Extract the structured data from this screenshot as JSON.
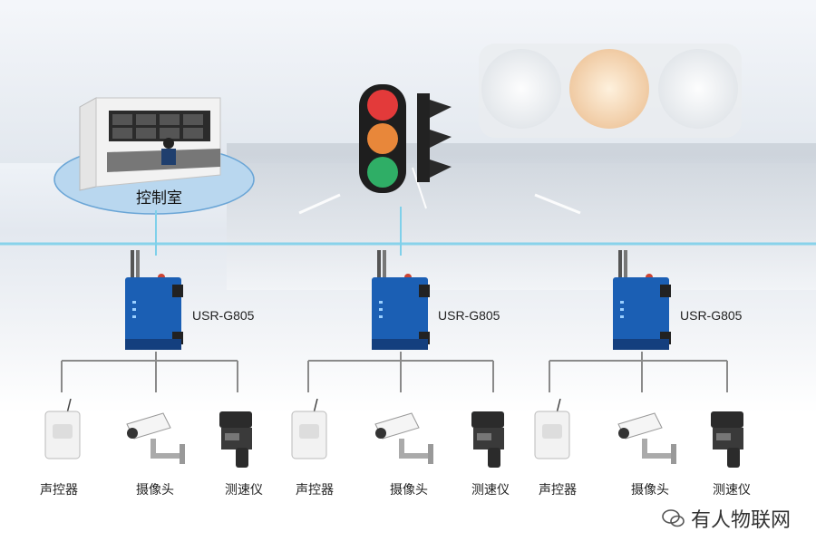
{
  "control_room": {
    "label": "控制室"
  },
  "routers": [
    {
      "model": "USR-G805"
    },
    {
      "model": "USR-G805"
    },
    {
      "model": "USR-G805"
    }
  ],
  "devices": [
    {
      "sensor": "声控器",
      "camera": "摄像头",
      "speed": "测速仪"
    },
    {
      "sensor": "声控器",
      "camera": "摄像头",
      "speed": "测速仪"
    },
    {
      "sensor": "声控器",
      "camera": "摄像头",
      "speed": "测速仪"
    }
  ],
  "watermark": {
    "text": "有人物联网",
    "icon": "wechat-icon"
  },
  "colors": {
    "link_line": "#7fd0ea",
    "tree_line": "#8a8a8a",
    "router_blue": "#1b5fb4",
    "light_red": "#e33a3a",
    "light_amber": "#e8873a",
    "light_green": "#2fae66"
  }
}
